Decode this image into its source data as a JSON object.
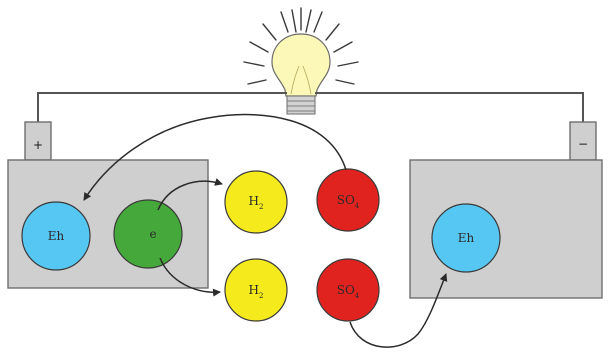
{
  "battery_left": {
    "terminal_sign": "+",
    "electrode_label": "Eh",
    "reactant_label": "e"
  },
  "battery_right": {
    "terminal_sign": "−",
    "electrode_label": "Eh"
  },
  "molecules": {
    "h2_top": {
      "base": "H",
      "sub": "2"
    },
    "so4_top": {
      "base": "SO",
      "sub": "4"
    },
    "h2_bottom": {
      "base": "H",
      "sub": "2"
    },
    "so4_bottom": {
      "base": "SO",
      "sub": "4"
    }
  },
  "colors": {
    "battery_fill": "#cfcfcf",
    "battery_stroke": "#6e6e6e",
    "wire": "#555555",
    "electrode": "#55c7f2",
    "green_ion": "#45a83a",
    "hydrogen": "#f4ea1c",
    "sulfate": "#e1231f",
    "bulb_glass": "#fbf8b8",
    "bulb_base": "#cccccc",
    "arrow": "#2b2b2b"
  }
}
